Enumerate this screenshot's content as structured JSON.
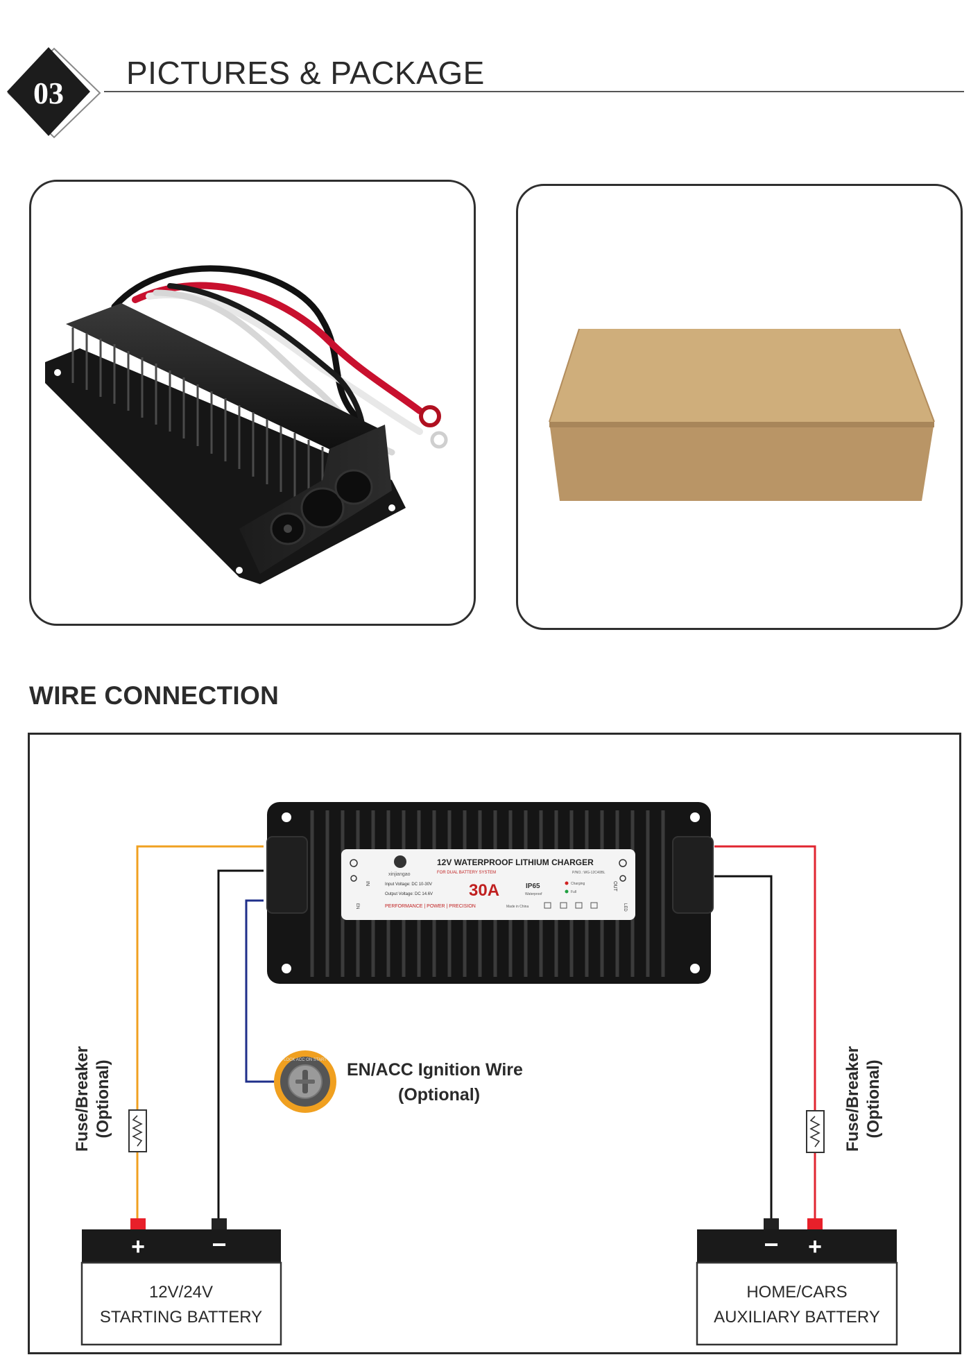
{
  "header": {
    "section_number": "03",
    "title": "PICTURES & PACKAGE"
  },
  "wire_section": {
    "heading": "WIRE CONNECTION"
  },
  "charger_label": {
    "top_title": "12V WATERPROOF LITHIUM CHARGER",
    "brand": "xinjiangao",
    "sub_title": "FOR DUAL BATTERY SYSTEM",
    "model": "P/NO.: WG-12C40BL",
    "input_voltage": "Input Voltage:  DC 10-30V",
    "output_voltage": "Output Voltage:  DC 14.6V",
    "current": "30A",
    "ip": "IP65",
    "ip_sub": "Waterproof",
    "legend_charging": "Charging",
    "legend_full": "Full",
    "tagline": "PERFORMANCE | POWER | PRECISION",
    "made_in": "Made in China",
    "in_label": "IN",
    "out_label": "OUT",
    "en_label": "EN",
    "led_label": "LED"
  },
  "diagram": {
    "left_fuse_line1": "Fuse/Breaker",
    "left_fuse_line2": "(Optional)",
    "right_fuse_line1": "Fuse/Breaker",
    "right_fuse_line2": "(Optional)",
    "ignition_line1": "EN/ACC Ignition Wire",
    "ignition_line2": "(Optional)",
    "ignition_key_text": "LOCK  ACC  ON  START",
    "left_battery": {
      "plus": "+",
      "minus": "−",
      "line1": "12V/24V",
      "line2": "STARTING BATTERY"
    },
    "right_battery": {
      "plus": "+",
      "minus": "−",
      "line1": "HOME/CARS",
      "line2": "AUXILIARY BATTERY"
    }
  },
  "colors": {
    "positive_start": "#f0a020",
    "positive_aux": "#e02530",
    "negative": "#111111",
    "ignition": "#1f2f8a",
    "terminal_red": "#e8202a",
    "box_cardboard": "#c9a673"
  }
}
